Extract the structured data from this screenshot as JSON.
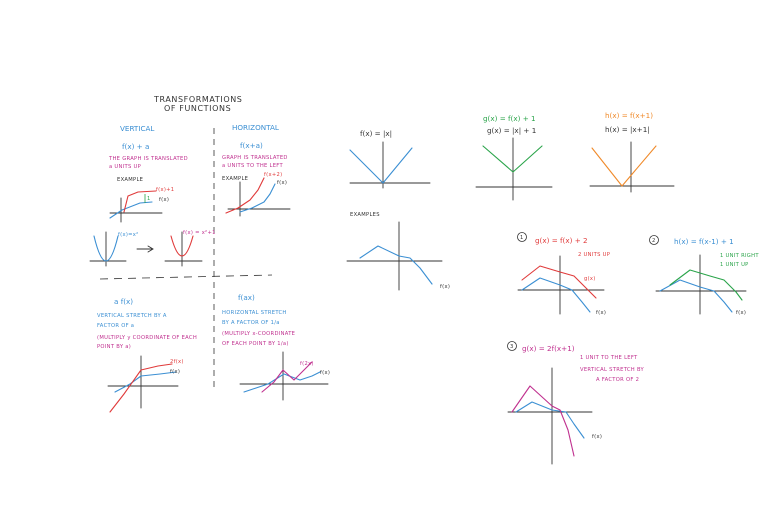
{
  "colors": {
    "ink": "#333333",
    "blue": "#3b8fd3",
    "red": "#e03a3a",
    "green": "#2aa44a",
    "orange": "#f08a2a",
    "magenta": "#c0308f",
    "ann_green": "#2aa44a"
  },
  "title": {
    "line1": "TRANSFORMATIONS",
    "line2": "OF FUNCTIONS"
  },
  "vertical": {
    "header": "VERTICAL",
    "formula": "f(x) + a",
    "desc1": "THE GRAPH IS TRANSLATED",
    "desc2": "a UNITS UP",
    "example": "EXAMPLE",
    "lbl_fxa": "f(x)+1",
    "lbl_fx": "f(x)",
    "lbl_one": "1",
    "lbl_parab1": "f(x)=x²",
    "lbl_parab2": "f(x) = x²+1"
  },
  "horizontal": {
    "header": "HORIZONTAL",
    "formula": "f(x+a)",
    "desc1": "GRAPH IS TRANSLATED",
    "desc2": "a UNITS TO THE LEFT",
    "example": "EXAMPLE",
    "lbl_fx2": "f(x+2)",
    "lbl_fx": "f(x)"
  },
  "vstretch": {
    "formula": "a f(x)",
    "desc1": "VERTICAL STRETCH BY A",
    "desc2": "FACTOR OF a",
    "desc3": "(MULTIPLY y COORDINATE OF EACH",
    "desc4": "POINT BY a)",
    "lbl_2fx": "2f(x)",
    "lbl_fx": "f(x)"
  },
  "hstretch": {
    "formula": "f(ax)",
    "desc1": "HORIZONTAL STRETCH",
    "desc2": "BY A FACTOR OF 1/a",
    "desc3": "(MULTIPLY x-COORDINATE",
    "desc4": "OF EACH POINT BY 1/a)",
    "lbl_f2x": "f(2x)",
    "lbl_fx": "f(x)"
  },
  "right": {
    "f_label": "f(x) = |x|",
    "g_label1": "g(x) = f(x) + 1",
    "g_label2": "g(x) = |x| + 1",
    "h_label1": "h(x) = f(x+1)",
    "h_label2": "h(x) = |x+1|",
    "examples": "EXAMPLES",
    "ex_fx": "f(x)",
    "ex1_num": "1",
    "ex1_eq": "g(x) = f(x) + 2",
    "ex1_note": "2 UNITS UP",
    "ex1_fx": "f(x)",
    "ex1_gx": "g(x)",
    "ex2_num": "2",
    "ex2_eq": "h(x) = f(x-1) + 1",
    "ex2_note1": "1 UNIT RIGHT",
    "ex2_note2": "1 UNIT UP",
    "ex2_fx": "f(x)",
    "ex3_num": "3",
    "ex3_eq": "g(x) = 2f(x+1)",
    "ex3_note1": "1 UNIT TO THE LEFT",
    "ex3_note2": "VERTICAL STRETCH BY",
    "ex3_note3": "A FACTOR OF 2",
    "ex3_fx": "f(x)"
  }
}
